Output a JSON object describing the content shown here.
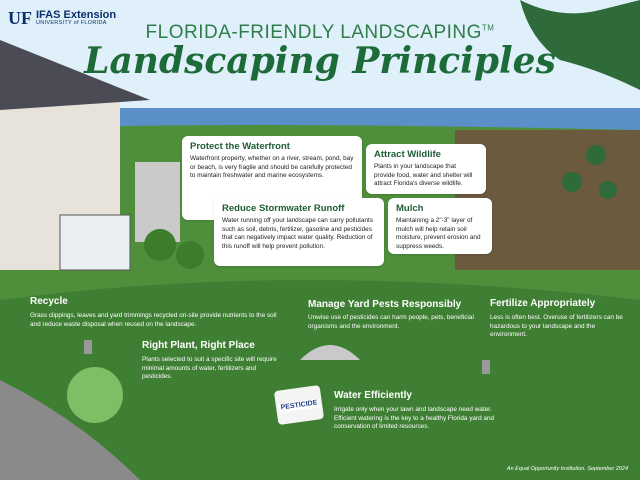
{
  "header": {
    "logo_uf": "UF",
    "logo_extension": "IFAS Extension",
    "logo_university": "UNIVERSITY of FLORIDA",
    "supertitle": "FLORIDA-FRIENDLY LANDSCAPING",
    "trademark": "TM",
    "title": "Landscaping Principles"
  },
  "principles": {
    "waterfront": {
      "title": "Protect the Waterfront",
      "text": "Waterfront property, whether on a river, stream, pond, bay or beach, is very fragile and should be carefully protected to maintain freshwater and marine ecosystems."
    },
    "wildlife": {
      "title": "Attract Wildlife",
      "text": "Plants in your landscape that provide food, water and shelter will attract Florida's diverse wildlife."
    },
    "stormwater": {
      "title": "Reduce Stormwater Runoff",
      "text": "Water running off your landscape can carry pollutants such as soil, debris, fertilizer, gasoline and pesticides that can negatively impact water quality. Reduction of this runoff will help prevent pollution."
    },
    "mulch": {
      "title": "Mulch",
      "text": "Maintaining a 2\"-3\" layer of mulch will help retain soil moisture, prevent erosion and suppress weeds."
    },
    "recycle": {
      "title": "Recycle",
      "text": "Grass clippings, leaves and yard trimmings recycled on-site provide nutrients to the soil and reduce waste disposal when reused on the landscape."
    },
    "pests": {
      "title": "Manage Yard Pests Responsibly",
      "text": "Unwise use of pesticides can harm people, pets, beneficial organisms and the environment."
    },
    "fertilize": {
      "title": "Fertilize Appropriately",
      "text": "Less is often best. Overuse of fertilizers can be hazardous to your landscape and the environment."
    },
    "right_plant": {
      "title": "Right Plant, Right Place",
      "text": "Plants selected to suit a specific site will require minimal amounts of water, fertilizers and pesticides."
    },
    "water": {
      "title": "Water Efficiently",
      "text": "Irrigate only when your lawn and landscape need water. Efficient watering is the key to a healthy Florida yard and conservation of limited resources."
    }
  },
  "pesticide_label": "PESTICIDE",
  "footer": "An Equal Opportunity Institution. September 2024",
  "colors": {
    "title_green": "#1e6b3a",
    "lawn_green": "#4f8f3c",
    "water_blue": "#5b8fc7"
  }
}
